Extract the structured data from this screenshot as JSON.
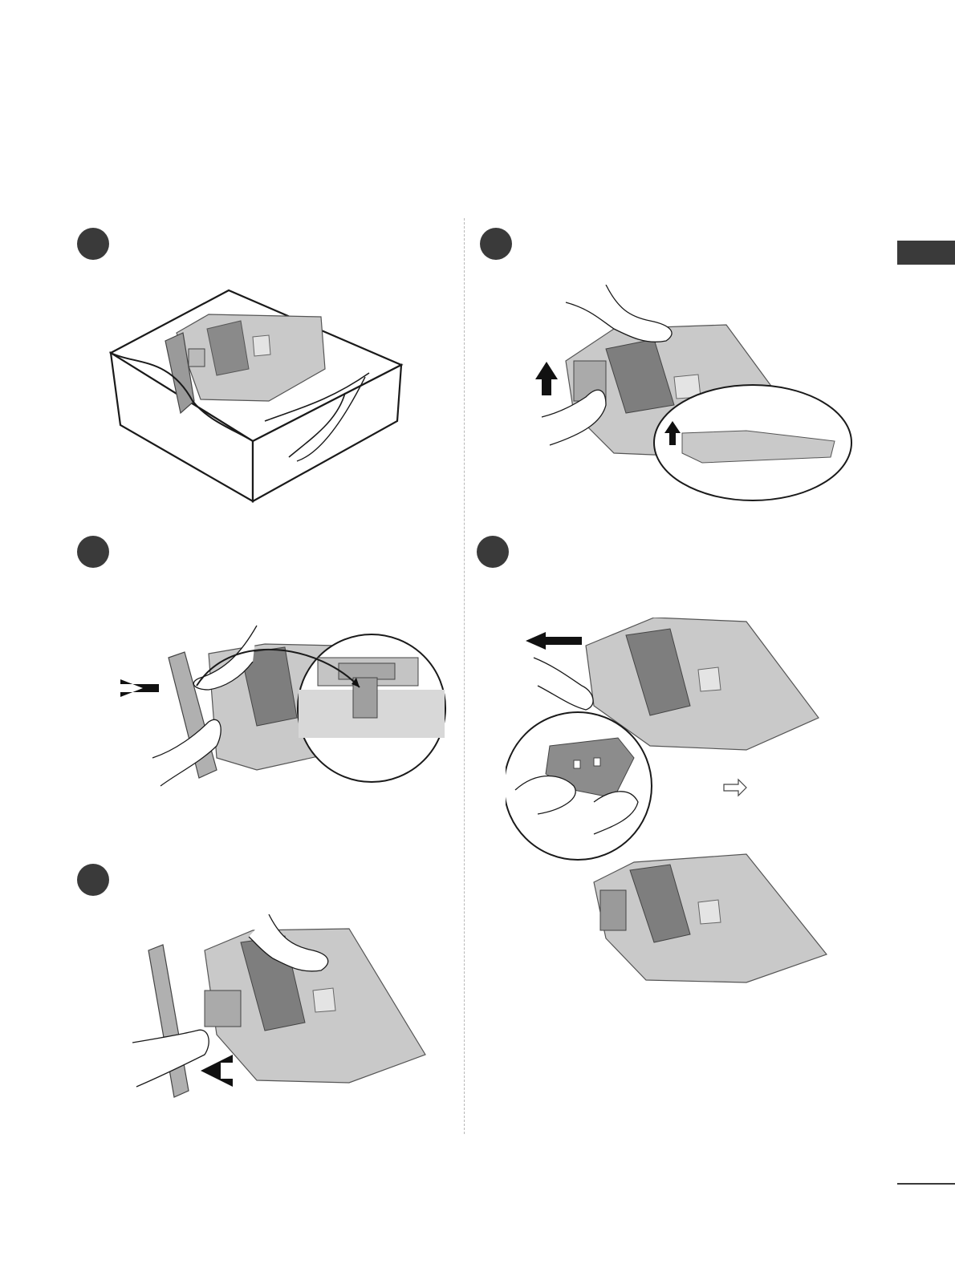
{
  "colors": {
    "ink": "#1a1a1a",
    "tv_body": "#c9c9c9",
    "tv_light": "#e4e4e4",
    "tv_dark": "#7e7e7e",
    "marker": "#3a3a3a",
    "divider": "#b8b8b8"
  },
  "steps": [
    {
      "figure": "tv-face-down-on-cushion"
    },
    {
      "figure": "lift-stand-bracket-with-detail"
    },
    {
      "figure": "pull-stand-out-with-latch-detail"
    },
    {
      "figure": "remove-stand-body"
    },
    {
      "figure": "attach-cover-and-result"
    }
  ]
}
